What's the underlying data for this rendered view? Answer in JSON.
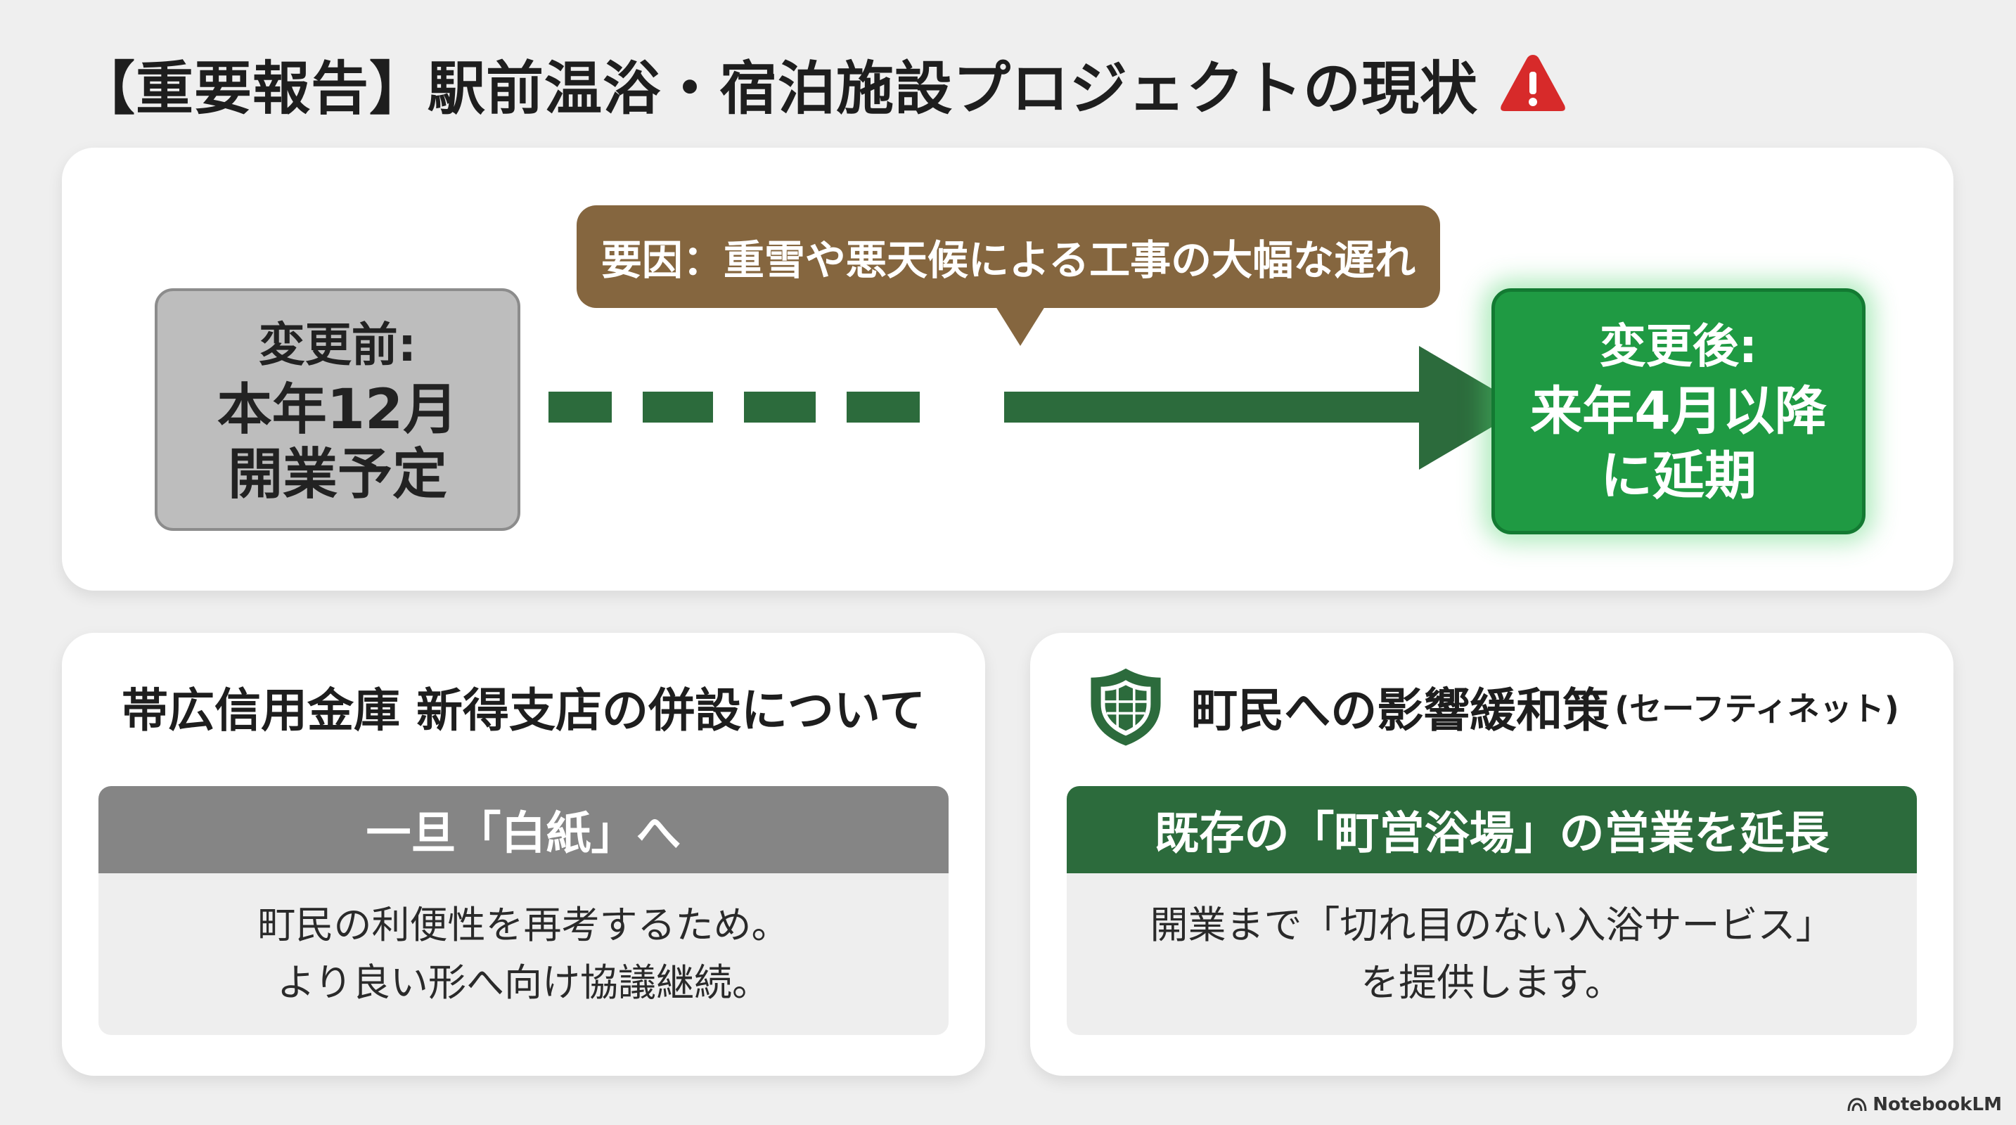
{
  "title": "【重要報告】駅前温浴・宿泊施設プロジェクトの現状",
  "icons": {
    "title_icon": "warning-triangle-icon",
    "safety_icon": "shield-icon",
    "brand_icon": "notebooklm-logo-icon"
  },
  "colors": {
    "warning_red": "#d72a2a",
    "accent_green": "#1f9a43",
    "dark_green": "#2c6b3c",
    "cause_brown": "#85663f",
    "neutral_grey": "#858585"
  },
  "schedule": {
    "before": {
      "label": "変更前:",
      "value": "本年12月\n開業予定"
    },
    "cause": "要因：重雪や悪天候による工事の大幅な遅れ",
    "after": {
      "label": "変更後:",
      "value": "来年4月以降\nに延期"
    }
  },
  "bank": {
    "title": "帯広信用金庫 新得支店の併設について",
    "status": "一旦「白紙」へ",
    "description": "町民の利便性を再考するため。\nより良い形へ向け協議継続。"
  },
  "mitigation": {
    "title": "町民への影響緩和策",
    "subtitle": "(セーフティネット)",
    "status": "既存の「町営浴場」の営業を延長",
    "description": "開業まで「切れ目のない入浴サービス」\nを提供します。"
  },
  "footer": {
    "brand": "NotebookLM"
  }
}
